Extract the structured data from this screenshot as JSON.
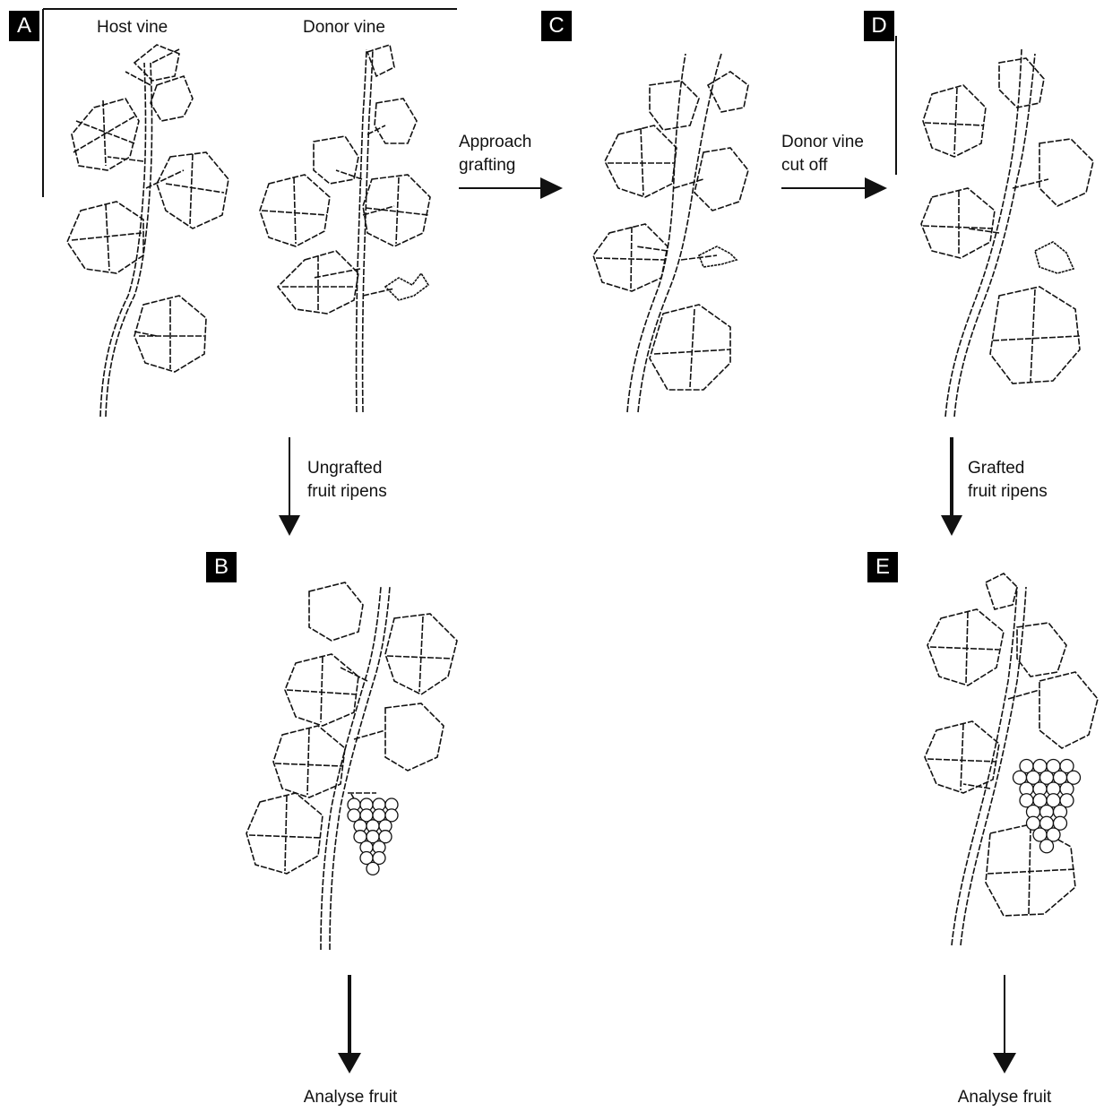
{
  "colors": {
    "ink": "#111111",
    "badge_bg": "#000000",
    "badge_text": "#ffffff",
    "grape": "#ffffff"
  },
  "panels": {
    "A": {
      "badge": "A",
      "host_label": "Host vine",
      "donor_label": "Donor vine"
    },
    "B": {
      "badge": "B"
    },
    "C": {
      "badge": "C"
    },
    "D": {
      "badge": "D"
    },
    "E": {
      "badge": "E"
    }
  },
  "arrows": {
    "a_to_c": {
      "lines": [
        "Approach",
        "grafting"
      ]
    },
    "c_to_d": {
      "lines": [
        "Donor vine",
        "cut off"
      ]
    },
    "a_to_b": {
      "lines": [
        "Ungrafted",
        "fruit ripens"
      ]
    },
    "d_to_e": {
      "lines": [
        "Grafted",
        "fruit ripens"
      ]
    },
    "b_out": {
      "label": "Analyse fruit"
    },
    "e_out": {
      "label": "Analyse fruit"
    }
  },
  "icons": [
    "grapevine-illustration",
    "grape-cluster-icon",
    "arrow-icon"
  ]
}
